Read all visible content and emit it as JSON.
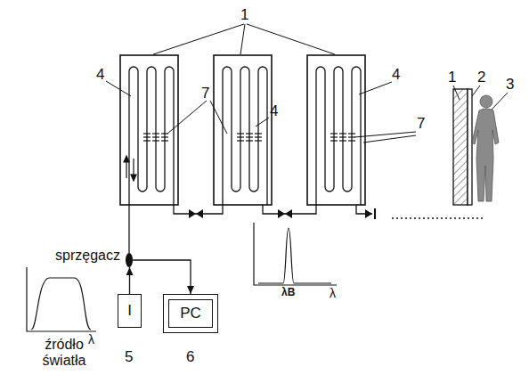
{
  "diagram": {
    "nodes": [
      {
        "text": [
          "sprzęgacz"
        ]
      },
      {
        "text": [
          "I"
        ]
      },
      {
        "text": [
          "PC"
        ]
      }
    ],
    "edges": [
      {
        "from": 1,
        "to": 0,
        "arrow": "to"
      },
      {
        "from": 0,
        "to": 2,
        "arrow": "to"
      }
    ],
    "labels": [
      "1",
      "4",
      "7",
      "4",
      "4",
      "7",
      "1",
      "2",
      "3",
      "5",
      "6",
      "źródło światła",
      "λ",
      "λB",
      "λ"
    ]
  }
}
